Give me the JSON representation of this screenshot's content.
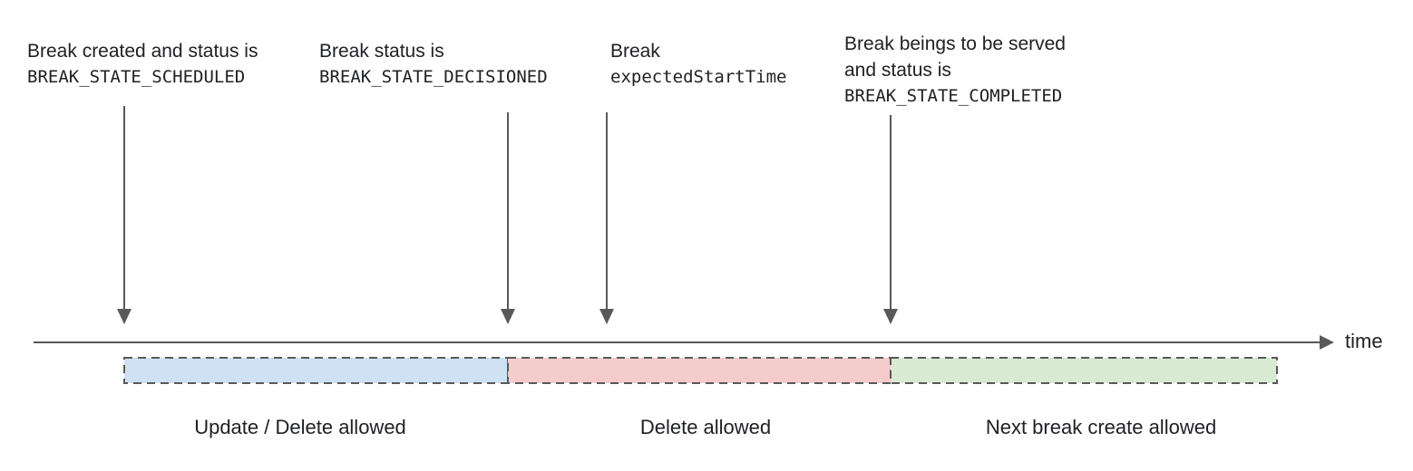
{
  "annotations": [
    {
      "line1": "Break created and status is",
      "line2": "BREAK_STATE_SCHEDULED"
    },
    {
      "line1": "Break status is",
      "line2": "BREAK_STATE_DECISIONED"
    },
    {
      "line1": "Break",
      "line2": "expectedStartTime"
    },
    {
      "line1": "Break beings to be served",
      "line2": "and status is",
      "line3": "BREAK_STATE_COMPLETED"
    }
  ],
  "timeline": {
    "axis_label": "time"
  },
  "segments": [
    {
      "label": "Update / Delete allowed",
      "color": "#cfe2f3"
    },
    {
      "label": "Delete allowed",
      "color": "#f4cccc"
    },
    {
      "label": "Next break create allowed",
      "color": "#d9ead3"
    }
  ],
  "colors": {
    "stroke": "#595959",
    "text": "#202124"
  }
}
